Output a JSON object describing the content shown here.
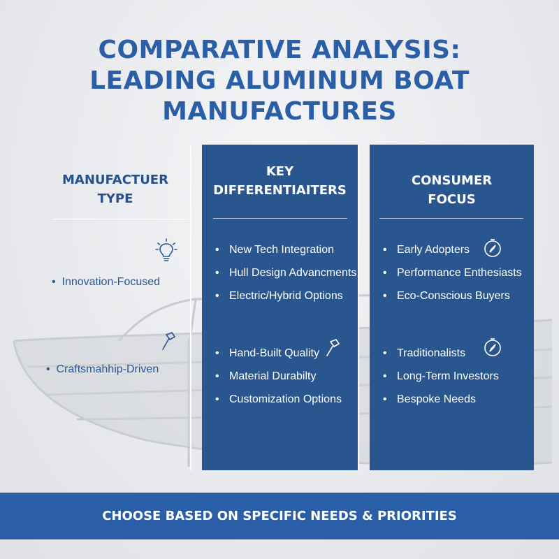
{
  "title": {
    "line1": "COMPARATIVE ANALYSIS:",
    "line2": "LEADING ALUMINUM BOAT",
    "line3": "MANUFACTURES"
  },
  "columns": {
    "type": {
      "line1": "MANUFACTUER",
      "line2": "TYPE"
    },
    "differentiators": {
      "line1": "KEY",
      "line2": "DIFFERENTIAITERS"
    },
    "consumer": {
      "line1": "CONSUMER",
      "line2": "FOCUS"
    }
  },
  "rows": [
    {
      "type": "Innovation-Focused",
      "type_icon": "lightbulb-icon",
      "differentiators": [
        "New Tech Integration",
        "Hull Design Advancments",
        "Electric/Hybrid Options"
      ],
      "consumer_icon": "compass-icon",
      "consumer": [
        "Early Adopters",
        "Performance Enthesiasts",
        "Eco-Conscious Buyers"
      ]
    },
    {
      "type": "Craftsmahhip-Driven",
      "type_icon": "hammer-icon",
      "differentiators_icon": "hammer-icon",
      "differentiators": [
        "Hand-Built Quality",
        "Material Durabilty",
        "Customization Options"
      ],
      "consumer_icon": "compass-icon",
      "consumer": [
        "Traditionalists",
        "Long-Term Investors",
        "Bespoke Needs"
      ]
    }
  ],
  "footer": "CHOOSE BASED ON SPECIFIC NEEDS & PRIORITIES",
  "colors": {
    "title": "#2a5ea7",
    "panel": "#2a5690",
    "footer": "#2a5ea6",
    "background": "#e9eaed"
  }
}
